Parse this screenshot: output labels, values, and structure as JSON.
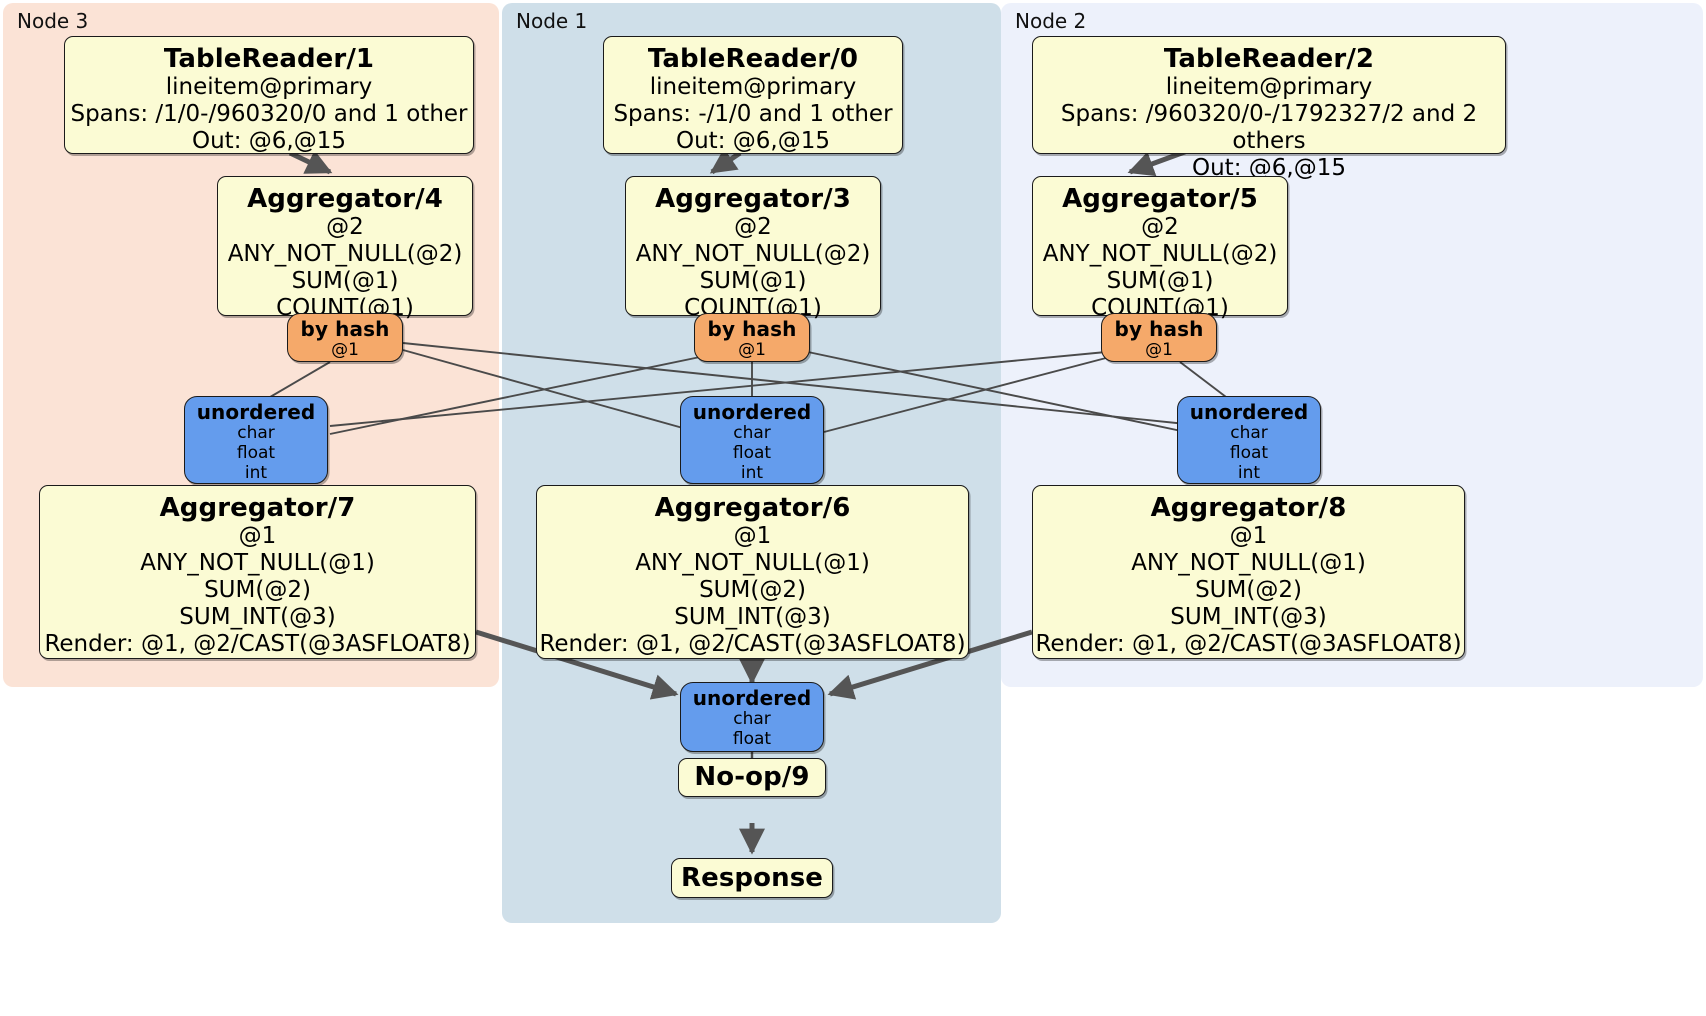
{
  "diagram": {
    "type": "distributed-query-plan",
    "panels": [
      {
        "id": "node3",
        "label": "Node 3",
        "color": "#fbe3d6"
      },
      {
        "id": "node1",
        "label": "Node 1",
        "color": "#cfdfe9"
      },
      {
        "id": "node2",
        "label": "Node 2",
        "color": "#edf1fb"
      }
    ],
    "nodes": {
      "tablereader1": {
        "kind": "processor",
        "title": "TableReader/1",
        "lines": [
          "lineitem@primary",
          "Spans: /1/0-/960320/0 and 1 other",
          "Out: @6,@15"
        ]
      },
      "tablereader0": {
        "kind": "processor",
        "title": "TableReader/0",
        "lines": [
          "lineitem@primary",
          "Spans: -/1/0 and 1 other",
          "Out: @6,@15"
        ]
      },
      "tablereader2": {
        "kind": "processor",
        "title": "TableReader/2",
        "lines": [
          "lineitem@primary",
          "Spans: /960320/0-/1792327/2 and 2 others",
          "Out: @6,@15"
        ]
      },
      "aggregator4": {
        "kind": "processor",
        "title": "Aggregator/4",
        "lines": [
          "@2",
          "ANY_NOT_NULL(@2)",
          "SUM(@1)",
          "COUNT(@1)"
        ]
      },
      "aggregator3": {
        "kind": "processor",
        "title": "Aggregator/3",
        "lines": [
          "@2",
          "ANY_NOT_NULL(@2)",
          "SUM(@1)",
          "COUNT(@1)"
        ]
      },
      "aggregator5": {
        "kind": "processor",
        "title": "Aggregator/5",
        "lines": [
          "@2",
          "ANY_NOT_NULL(@2)",
          "SUM(@1)",
          "COUNT(@1)"
        ]
      },
      "byhash4": {
        "kind": "router",
        "title": "by hash",
        "lines": [
          "@1"
        ]
      },
      "byhash3": {
        "kind": "router",
        "title": "by hash",
        "lines": [
          "@1"
        ]
      },
      "byhash5": {
        "kind": "router",
        "title": "by hash",
        "lines": [
          "@1"
        ]
      },
      "unordered7": {
        "kind": "receiver",
        "title": "unordered",
        "lines": [
          "char",
          "float",
          "int"
        ]
      },
      "unordered6": {
        "kind": "receiver",
        "title": "unordered",
        "lines": [
          "char",
          "float",
          "int"
        ]
      },
      "unordered8": {
        "kind": "receiver",
        "title": "unordered",
        "lines": [
          "char",
          "float",
          "int"
        ]
      },
      "aggregator7": {
        "kind": "processor",
        "title": "Aggregator/7",
        "lines": [
          "@1",
          "ANY_NOT_NULL(@1)",
          "SUM(@2)",
          "SUM_INT(@3)",
          "Render: @1, @2/CAST(@3ASFLOAT8)"
        ]
      },
      "aggregator6": {
        "kind": "processor",
        "title": "Aggregator/6",
        "lines": [
          "@1",
          "ANY_NOT_NULL(@1)",
          "SUM(@2)",
          "SUM_INT(@3)",
          "Render: @1, @2/CAST(@3ASFLOAT8)"
        ]
      },
      "aggregator8": {
        "kind": "processor",
        "title": "Aggregator/8",
        "lines": [
          "@1",
          "ANY_NOT_NULL(@1)",
          "SUM(@2)",
          "SUM_INT(@3)",
          "Render: @1, @2/CAST(@3ASFLOAT8)"
        ]
      },
      "unordered9": {
        "kind": "receiver",
        "title": "unordered",
        "lines": [
          "char",
          "float"
        ]
      },
      "noop9": {
        "kind": "processor",
        "title": "No-op/9",
        "lines": []
      },
      "response": {
        "kind": "processor",
        "title": "Response",
        "lines": []
      }
    },
    "colors": {
      "processor_fill": "#fbfbd4",
      "router_fill": "#f5a96a",
      "receiver_fill": "#649ced",
      "node3_panel": "#fbe3d6",
      "node1_panel": "#cfdfe9",
      "node2_panel": "#edf1fb",
      "stroke": "#1a1a1a",
      "thin_edge": "#4a4a4a",
      "thick_edge": "#555555"
    }
  }
}
